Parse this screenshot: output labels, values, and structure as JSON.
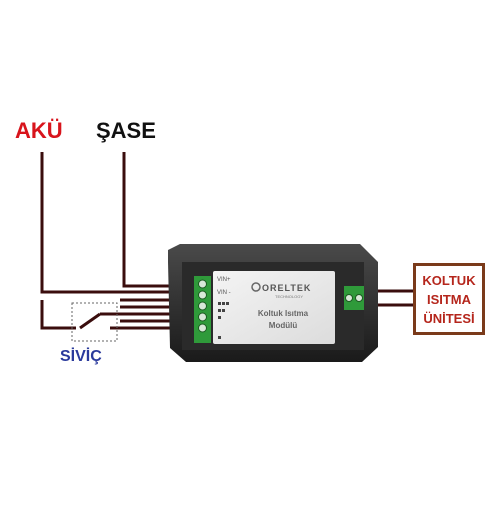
{
  "labels": {
    "battery": "AKÜ",
    "chassis": "ŞASE",
    "switch": "SİVİÇ"
  },
  "unit_box": {
    "line1": "KOLTUK",
    "line2": "ISITMA",
    "line3": "ÜNİTESİ"
  },
  "module": {
    "brand": "ORELTEK",
    "brand_sub": "TECHNOLOGY",
    "name_line1": "Koltuk Isıtma",
    "name_line2": "Modülü",
    "pin_vin_plus": "VIN+",
    "pin_vin_minus": "VIN -"
  },
  "colors": {
    "battery_label": "#d8141c",
    "chassis_label": "#111111",
    "switch_label": "#2a3a9c",
    "unit_text": "#b5261c",
    "unit_border": "#7a3a1a",
    "wire": "#3a0d0d",
    "terminal_green": "#2f9a3a"
  }
}
